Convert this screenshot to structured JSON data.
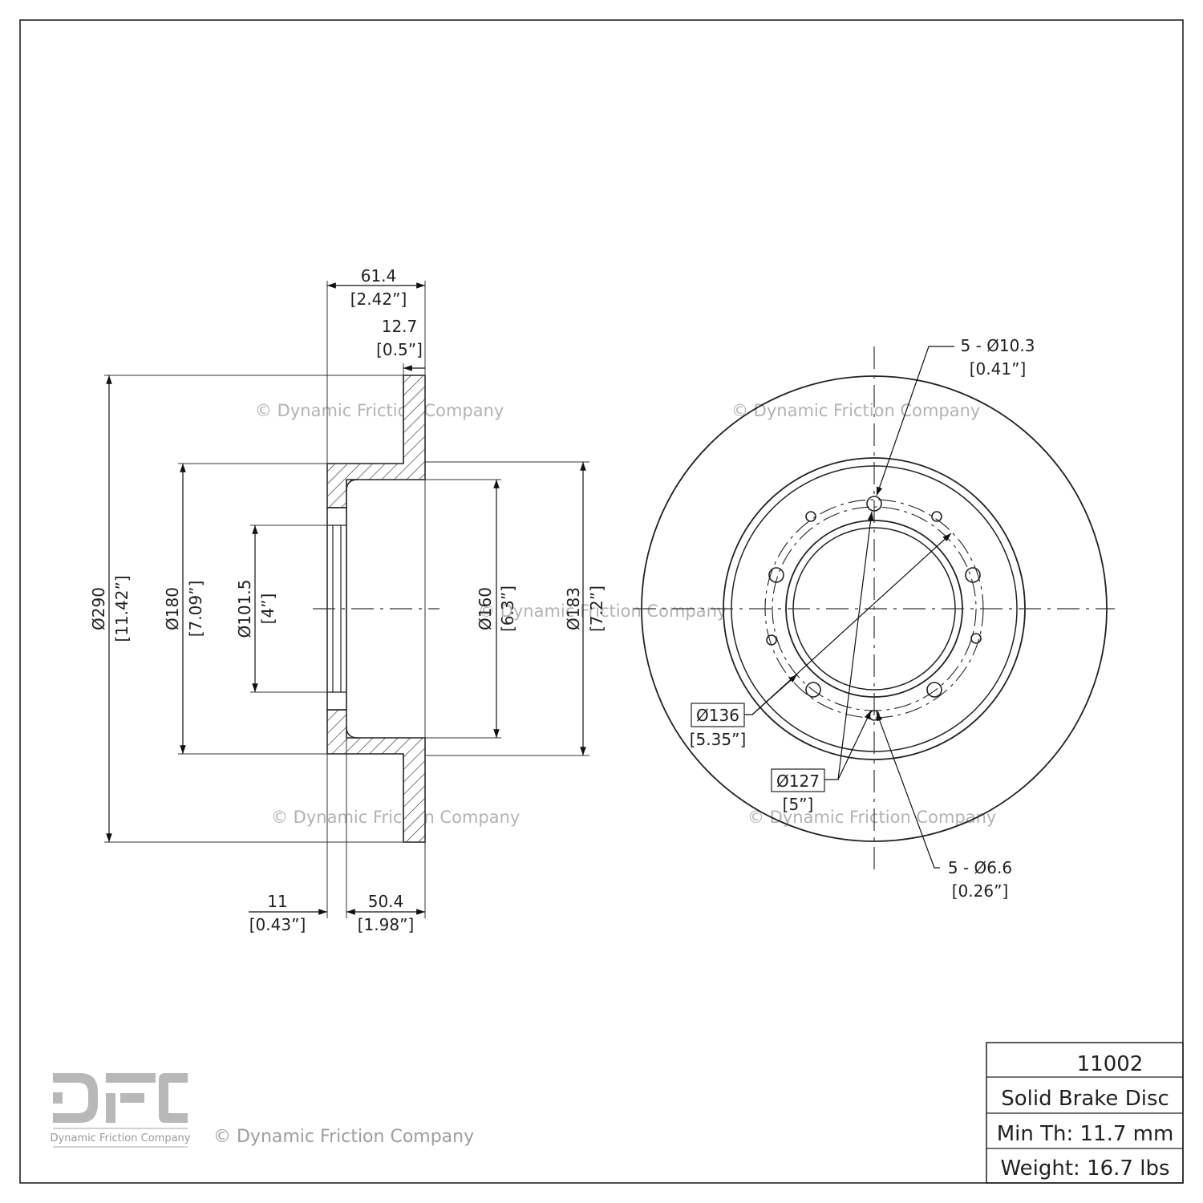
{
  "watermark": "© Dynamic Friction Company",
  "section_view": {
    "overall_height": {
      "mm": "61.4",
      "in": "[2.42”]"
    },
    "disc_thickness": {
      "mm": "12.7",
      "in": "[0.5”]"
    },
    "hat_thickness": {
      "mm": "11",
      "in": "[0.43”]"
    },
    "offset": {
      "mm": "50.4",
      "in": "[1.98”]"
    },
    "outer_diameter": {
      "mm": "Ø290",
      "in": "[11.42”]"
    },
    "hat_diameter": {
      "mm": "Ø180",
      "in": "[7.09”]"
    },
    "center_bore": {
      "mm": "Ø101.5",
      "in": "[4”]"
    },
    "inner_hat_diameter": {
      "mm": "Ø160",
      "in": "[6.3”]"
    },
    "braking_inner_diameter": {
      "mm": "Ø183",
      "in": "[7.2”]"
    }
  },
  "front_view": {
    "large_holes": {
      "mm": "5 - Ø10.3",
      "in": "[0.41”]"
    },
    "small_holes": {
      "mm": "5 - Ø6.6",
      "in": "[0.26”]"
    },
    "bolt_circle_large": {
      "mm": "Ø136",
      "in": "[5.35”]"
    },
    "bolt_circle_small": {
      "mm": "Ø127",
      "in": "[5”]"
    }
  },
  "title_block": {
    "part_number": "11002",
    "description": "Solid Brake Disc",
    "min_thickness": "Min Th: 11.7 mm",
    "weight": "Weight: 16.7 lbs"
  },
  "logo": {
    "caption": "Dynamic Friction Company",
    "color": "#b8b8b8"
  }
}
